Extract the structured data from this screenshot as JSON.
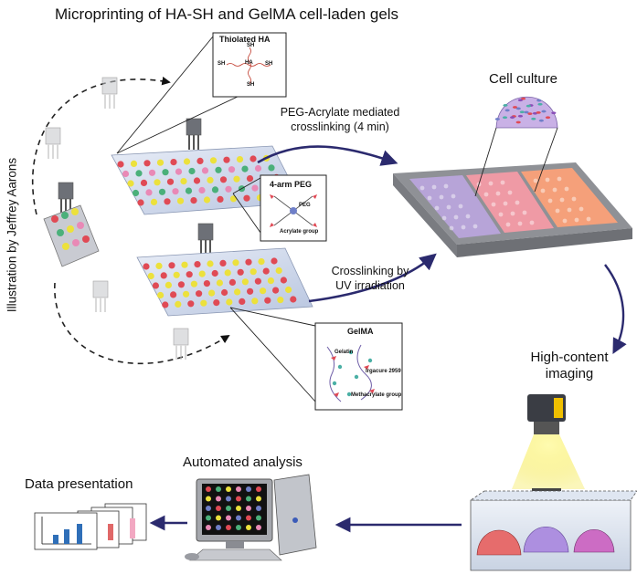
{
  "title": "Microprinting of HA-SH and GelMA cell-laden gels",
  "credit": "Illustration by Jeffrey Aarons",
  "steps": {
    "cell_culture": "Cell culture",
    "imaging_line1": "High-content",
    "imaging_line2": "imaging",
    "analysis": "Automated analysis",
    "presentation": "Data presentation"
  },
  "arrow_labels": {
    "peg_line1": "PEG-Acrylate mediated",
    "peg_line2": "crosslinking (4 min)",
    "uv_line1": "Crosslinking by",
    "uv_line2": "UV irradiation"
  },
  "insets": {
    "ha": {
      "title": "Thiolated HA",
      "center": "HA",
      "group": "SH"
    },
    "peg": {
      "title": "4-arm PEG",
      "arm": "PEG",
      "group": "Acrylate group"
    },
    "gelma": {
      "title": "GelMA",
      "gelatin": "Gelatin",
      "irgacure": "Irgacure 2959",
      "methacrylate": "Methacrylate group"
    }
  },
  "colors": {
    "arrow": "#2b2a6e",
    "dot_red": "#e04a55",
    "dot_green": "#4bb07a",
    "dot_yellow": "#ece13c",
    "dot_pink": "#e989b6",
    "plate": "#dbe2f0",
    "well_purple": "#b7a4d8",
    "well_pink": "#ef9aa5",
    "well_orange": "#f5a07a",
    "beam": "#f7ef56"
  }
}
